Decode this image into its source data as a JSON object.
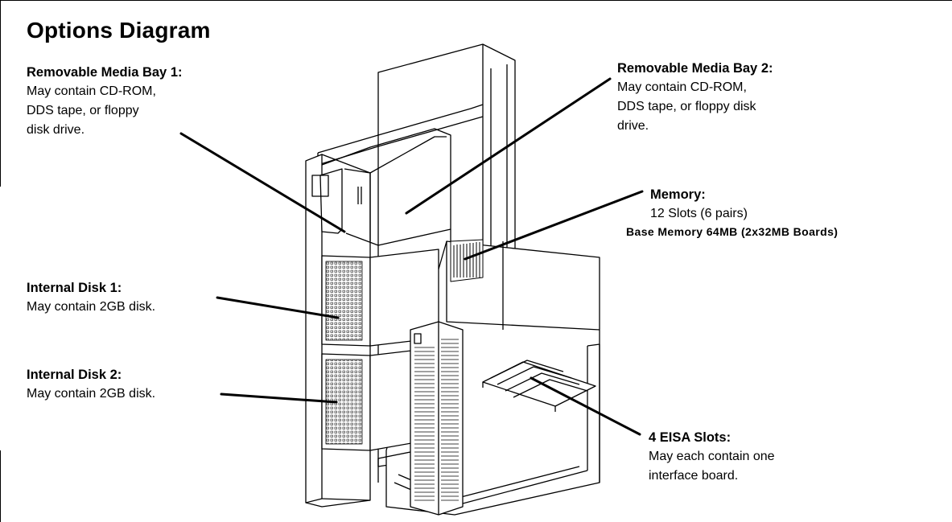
{
  "title": "Options Diagram",
  "callouts": {
    "bay1": {
      "heading": "Removable Media Bay 1:",
      "lines": [
        "May contain CD-ROM,",
        "DDS tape, or floppy",
        "disk drive."
      ]
    },
    "bay2": {
      "heading": "Removable Media Bay 2:",
      "lines": [
        "May contain CD-ROM,",
        "DDS tape, or floppy disk",
        "drive."
      ]
    },
    "memory": {
      "heading": "Memory:",
      "lines": [
        "12 Slots (6 pairs)",
        "Base Memory 64MB (2x32MB Boards)"
      ]
    },
    "disk1": {
      "heading": "Internal Disk 1:",
      "lines": [
        "May contain 2GB disk."
      ]
    },
    "disk2": {
      "heading": "Internal Disk 2:",
      "lines": [
        "May contain 2GB disk."
      ]
    },
    "eisa": {
      "heading": "4 EISA Slots:",
      "lines": [
        "May each contain one",
        "interface board."
      ]
    }
  }
}
